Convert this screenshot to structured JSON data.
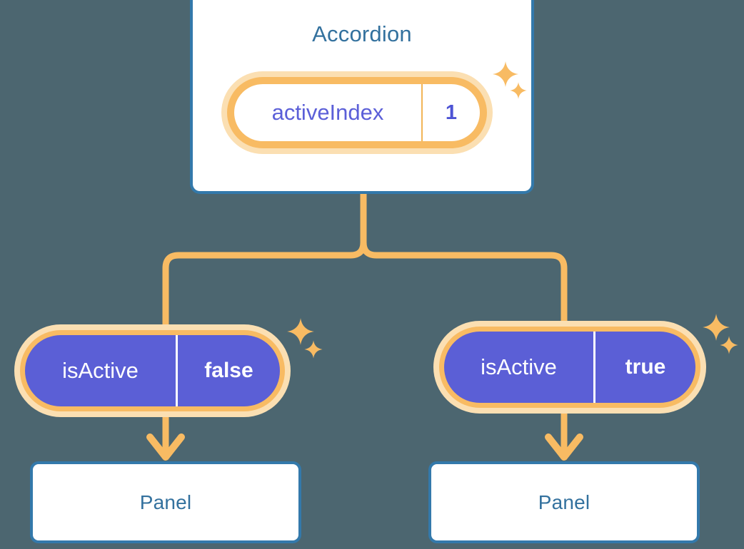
{
  "theme": {
    "background": "#4c6670",
    "card_border": "#3379ab",
    "card_fill": "#ffffff",
    "title_text": "#33719e",
    "accent_orange": "#f8bb63",
    "accent_orange_glow": "#fbdfb2",
    "pill_purple": "#5b5fd6",
    "pill_purple_text": "#5b5fd8",
    "pill_value_text": "#4d53d4",
    "pill_leaf_text": "#ffffff"
  },
  "diagram": {
    "type": "component-tree",
    "root": {
      "title": "Accordion",
      "state": {
        "key": "activeIndex",
        "value": "1",
        "highlighted": true
      }
    },
    "children": [
      {
        "state": {
          "key": "isActive",
          "value": "false",
          "highlighted": true
        },
        "title": "Panel"
      },
      {
        "state": {
          "key": "isActive",
          "value": "true",
          "highlighted": true
        },
        "title": "Panel"
      }
    ]
  },
  "icons": {
    "sparkle_large": "sparkle-icon",
    "sparkle_small": "sparkle-small-icon",
    "arrow_down": "arrow-down-icon"
  }
}
